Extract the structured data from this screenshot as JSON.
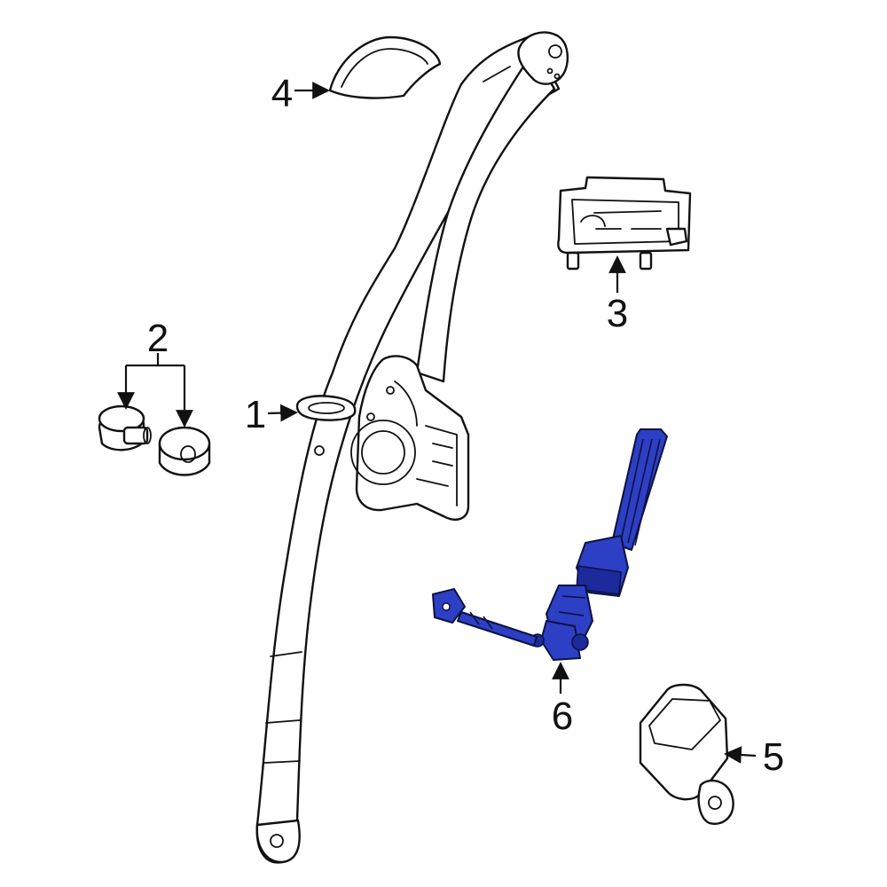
{
  "callouts": [
    {
      "id": "1",
      "label": "1"
    },
    {
      "id": "2",
      "label": "2"
    },
    {
      "id": "3",
      "label": "3"
    },
    {
      "id": "4",
      "label": "4"
    },
    {
      "id": "5",
      "label": "5"
    },
    {
      "id": "6",
      "label": "6"
    }
  ],
  "colors": {
    "line": "#111111",
    "highlight": "#2d3fc4",
    "background": "#ffffff"
  }
}
